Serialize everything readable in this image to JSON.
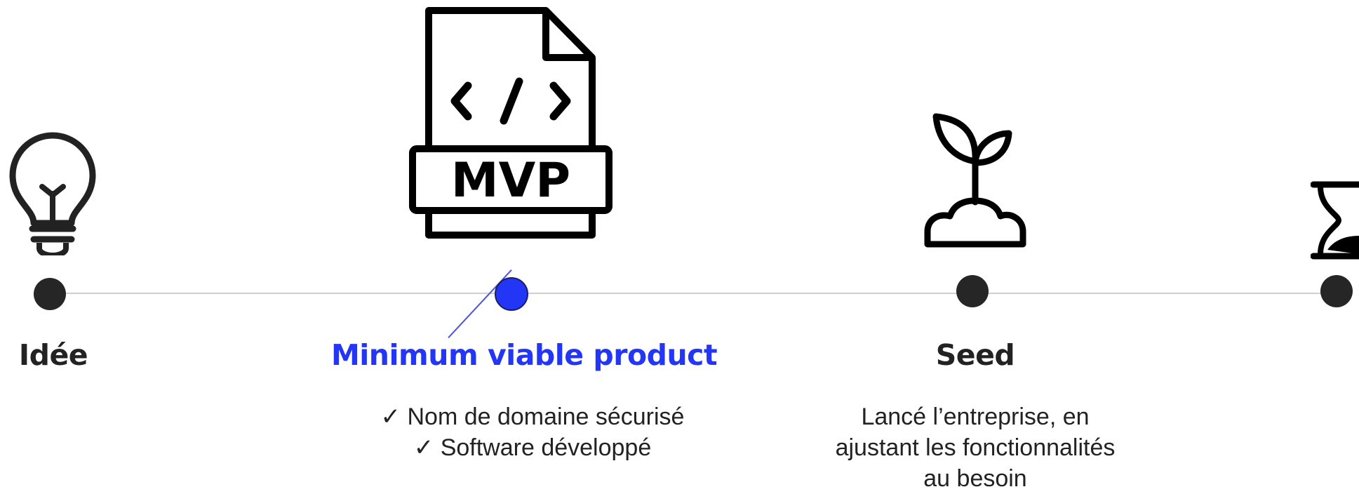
{
  "colors": {
    "accent": "#2436f5",
    "dot": "#262626",
    "line": "#cfcfcf",
    "text": "#222222"
  },
  "stages": [
    {
      "id": "idee",
      "icon": "lightbulb-icon",
      "label": "Idée",
      "active": false,
      "description": []
    },
    {
      "id": "mvp",
      "icon": "mvp-file-icon",
      "icon_text": "MVP",
      "label": "Minimum viable product",
      "active": true,
      "checklist_mark": "✓",
      "description": [
        "Nom de domaine sécurisé",
        "Software développé"
      ]
    },
    {
      "id": "seed",
      "icon": "sprout-icon",
      "label": "Seed",
      "active": false,
      "description": [
        "Lancé l’entreprise, en",
        "ajustant les fonctionnalités",
        "au besoin"
      ]
    },
    {
      "id": "next",
      "icon": "hourglass-icon",
      "label": "",
      "active": false,
      "description": []
    }
  ]
}
